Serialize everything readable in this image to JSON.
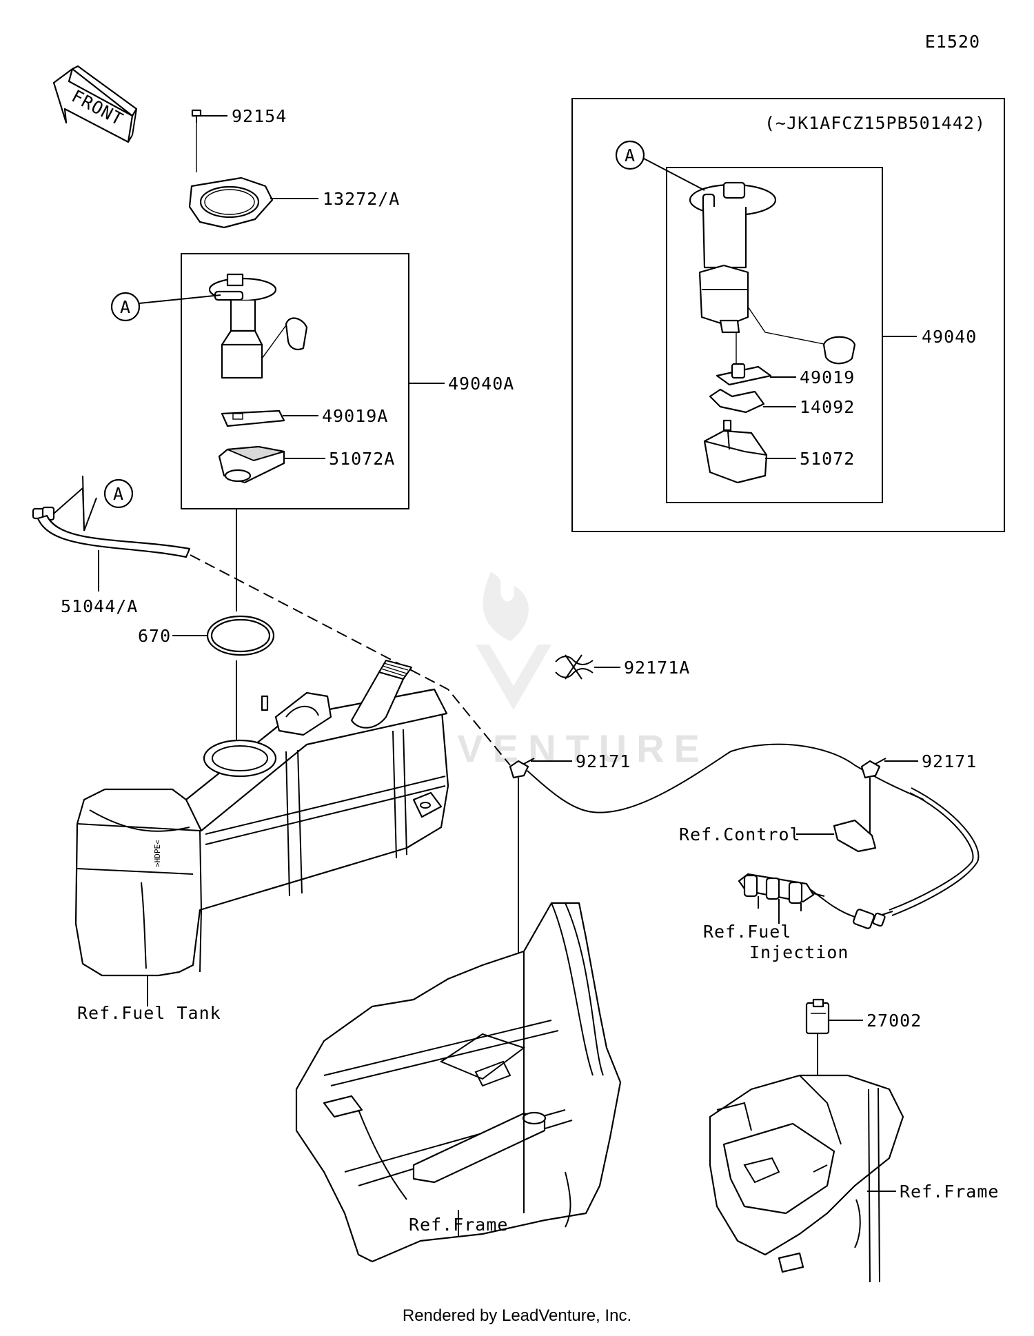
{
  "diagram_code": "E1520",
  "front_label": "FRONT",
  "watermark": "LEADVENTURE",
  "variant_note": "(~JK1AFCZ15PB501442)",
  "callout_letter": "A",
  "parts": {
    "p92154": "92154",
    "p13272A": "13272/A",
    "p49040A": "49040A",
    "p49019A": "49019A",
    "p51072A": "51072A",
    "p51044A": "51044/A",
    "p670": "670",
    "p92171A": "92171A",
    "p92171_a": "92171",
    "p92171_b": "92171",
    "p49040": "49040",
    "p49019": "49019",
    "p14092": "14092",
    "p51072": "51072",
    "p27002": "27002"
  },
  "refs": {
    "fuel_tank": "Ref.Fuel Tank",
    "control": "Ref.Control",
    "fuel_injection_1": "Ref.Fuel",
    "fuel_injection_2": "Injection",
    "frame_1": "Ref.Frame",
    "frame_2": "Ref.Frame"
  },
  "footer": "Rendered by LeadVenture, Inc."
}
